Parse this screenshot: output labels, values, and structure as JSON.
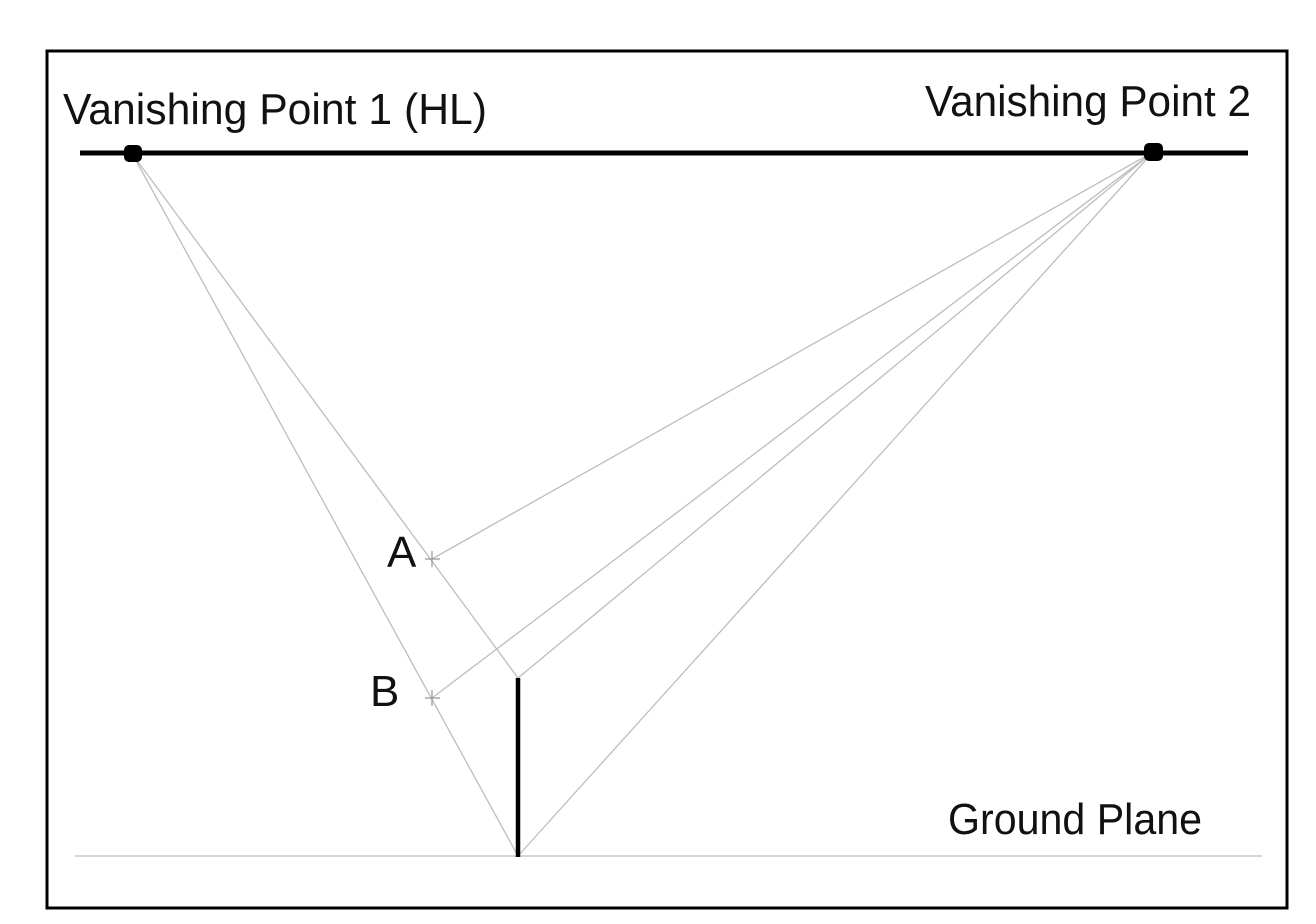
{
  "labels": {
    "vp1": "Vanishing Point 1  (HL)",
    "vp2": "Vanishing Point 2",
    "point_a": "A",
    "point_b": "B",
    "ground_plane": "Ground Plane"
  },
  "colors": {
    "frame": "#000000",
    "horizon_line": "#000000",
    "vertical_edge": "#000000",
    "construction_lines": "#bdbdbd",
    "ground_line": "#c8c8c8",
    "text": "#111111"
  }
}
